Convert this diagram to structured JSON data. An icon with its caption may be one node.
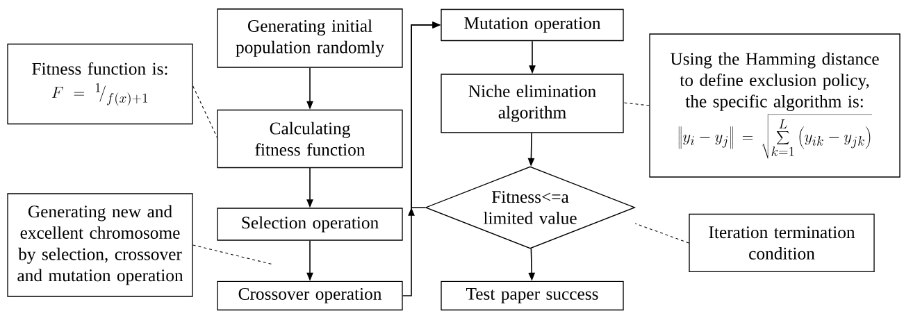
{
  "diagram": {
    "nodes": [
      {
        "text": [
          "Fitness function is:",
          "F = {}^{1}\\!\\Big/_{f\\left(x\\right)+1}"
        ]
      },
      {
        "text": [
          "Generating initial population randomly"
        ]
      },
      {
        "text": [
          "Calculating fitness function"
        ]
      },
      {
        "text": [
          "Generating new and excellent chromosome by selection, crossover and mutation operation"
        ]
      },
      {
        "text": [
          "Selection operation"
        ]
      },
      {
        "text": [
          "Crossover operation"
        ]
      },
      {
        "text": [
          "Mutation operation"
        ]
      },
      {
        "text": [
          "Niche elimination algorithm"
        ]
      },
      {
        "text": [
          "Using the Hamming distance to define exclusion policy, the specific algorithm is:",
          "\\left\\| y_i - y_j \\right\\| = \\sqrt{\\sum_{k=1}^{L} \\left( y_{ik} - y_{jk} \\right)}"
        ]
      },
      {
        "text": [
          "Fitness<=a limited value"
        ]
      },
      {
        "text": [
          "Iteration termination condition"
        ]
      },
      {
        "text": [
          "Test paper success"
        ]
      }
    ],
    "edges": [
      {
        "from": 1,
        "to": 2,
        "arrow": "to"
      },
      {
        "from": 2,
        "to": 4,
        "arrow": "to"
      },
      {
        "from": 4,
        "to": 5,
        "arrow": "to"
      },
      {
        "from": 5,
        "to": 6,
        "arrow": "to"
      },
      {
        "from": 6,
        "to": 7,
        "arrow": "to"
      },
      {
        "from": 7,
        "to": 9,
        "arrow": "to"
      },
      {
        "from": 9,
        "to": 6,
        "arrow": "to"
      },
      {
        "from": 9,
        "to": 11,
        "arrow": "to"
      },
      {
        "from": 0,
        "to": 2,
        "arrow": "none",
        "style": "dashed"
      },
      {
        "from": 3,
        "to": null,
        "arrow": "none",
        "style": "dashed"
      },
      {
        "from": 8,
        "to": 7,
        "arrow": "none",
        "style": "dashed"
      },
      {
        "from": 10,
        "to": 9,
        "arrow": "none",
        "style": "dashed"
      }
    ]
  }
}
